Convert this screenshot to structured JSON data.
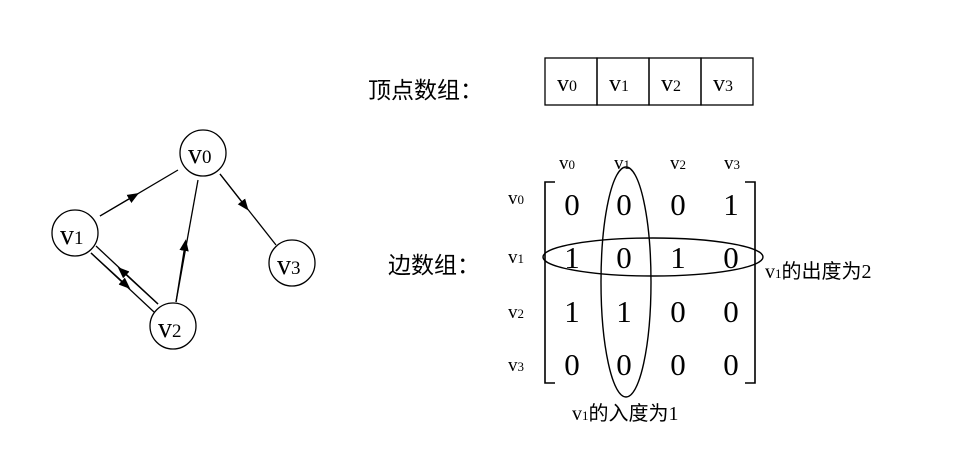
{
  "graph": {
    "nodes": [
      {
        "id": "v0",
        "name": "v",
        "sub": "0"
      },
      {
        "id": "v1",
        "name": "v",
        "sub": "1"
      },
      {
        "id": "v2",
        "name": "v",
        "sub": "2"
      },
      {
        "id": "v3",
        "name": "v",
        "sub": "3"
      }
    ],
    "edges": [
      {
        "from": "v1",
        "to": "v0"
      },
      {
        "from": "v0",
        "to": "v3"
      },
      {
        "from": "v2",
        "to": "v0"
      },
      {
        "from": "v1",
        "to": "v2"
      },
      {
        "from": "v2",
        "to": "v1"
      }
    ]
  },
  "vertex_array": {
    "label": "顶点数组：",
    "cells": [
      {
        "name": "v",
        "sub": "0"
      },
      {
        "name": "v",
        "sub": "1"
      },
      {
        "name": "v",
        "sub": "2"
      },
      {
        "name": "v",
        "sub": "3"
      }
    ]
  },
  "edge_array": {
    "label": "边数组：",
    "col_headers": [
      {
        "name": "v",
        "sub": "0"
      },
      {
        "name": "v",
        "sub": "1"
      },
      {
        "name": "v",
        "sub": "2"
      },
      {
        "name": "v",
        "sub": "3"
      }
    ],
    "row_headers": [
      {
        "name": "v",
        "sub": "0"
      },
      {
        "name": "v",
        "sub": "1"
      },
      {
        "name": "v",
        "sub": "2"
      },
      {
        "name": "v",
        "sub": "3"
      }
    ],
    "matrix": [
      [
        "0",
        "0",
        "0",
        "1"
      ],
      [
        "1",
        "0",
        "1",
        "0"
      ],
      [
        "1",
        "1",
        "0",
        "0"
      ],
      [
        "0",
        "0",
        "0",
        "0"
      ]
    ]
  },
  "annotations": {
    "out_degree": {
      "name": "v",
      "sub": "1",
      "text": "的出度为2"
    },
    "in_degree": {
      "name": "v",
      "sub": "1",
      "text": "的入度为1"
    }
  }
}
